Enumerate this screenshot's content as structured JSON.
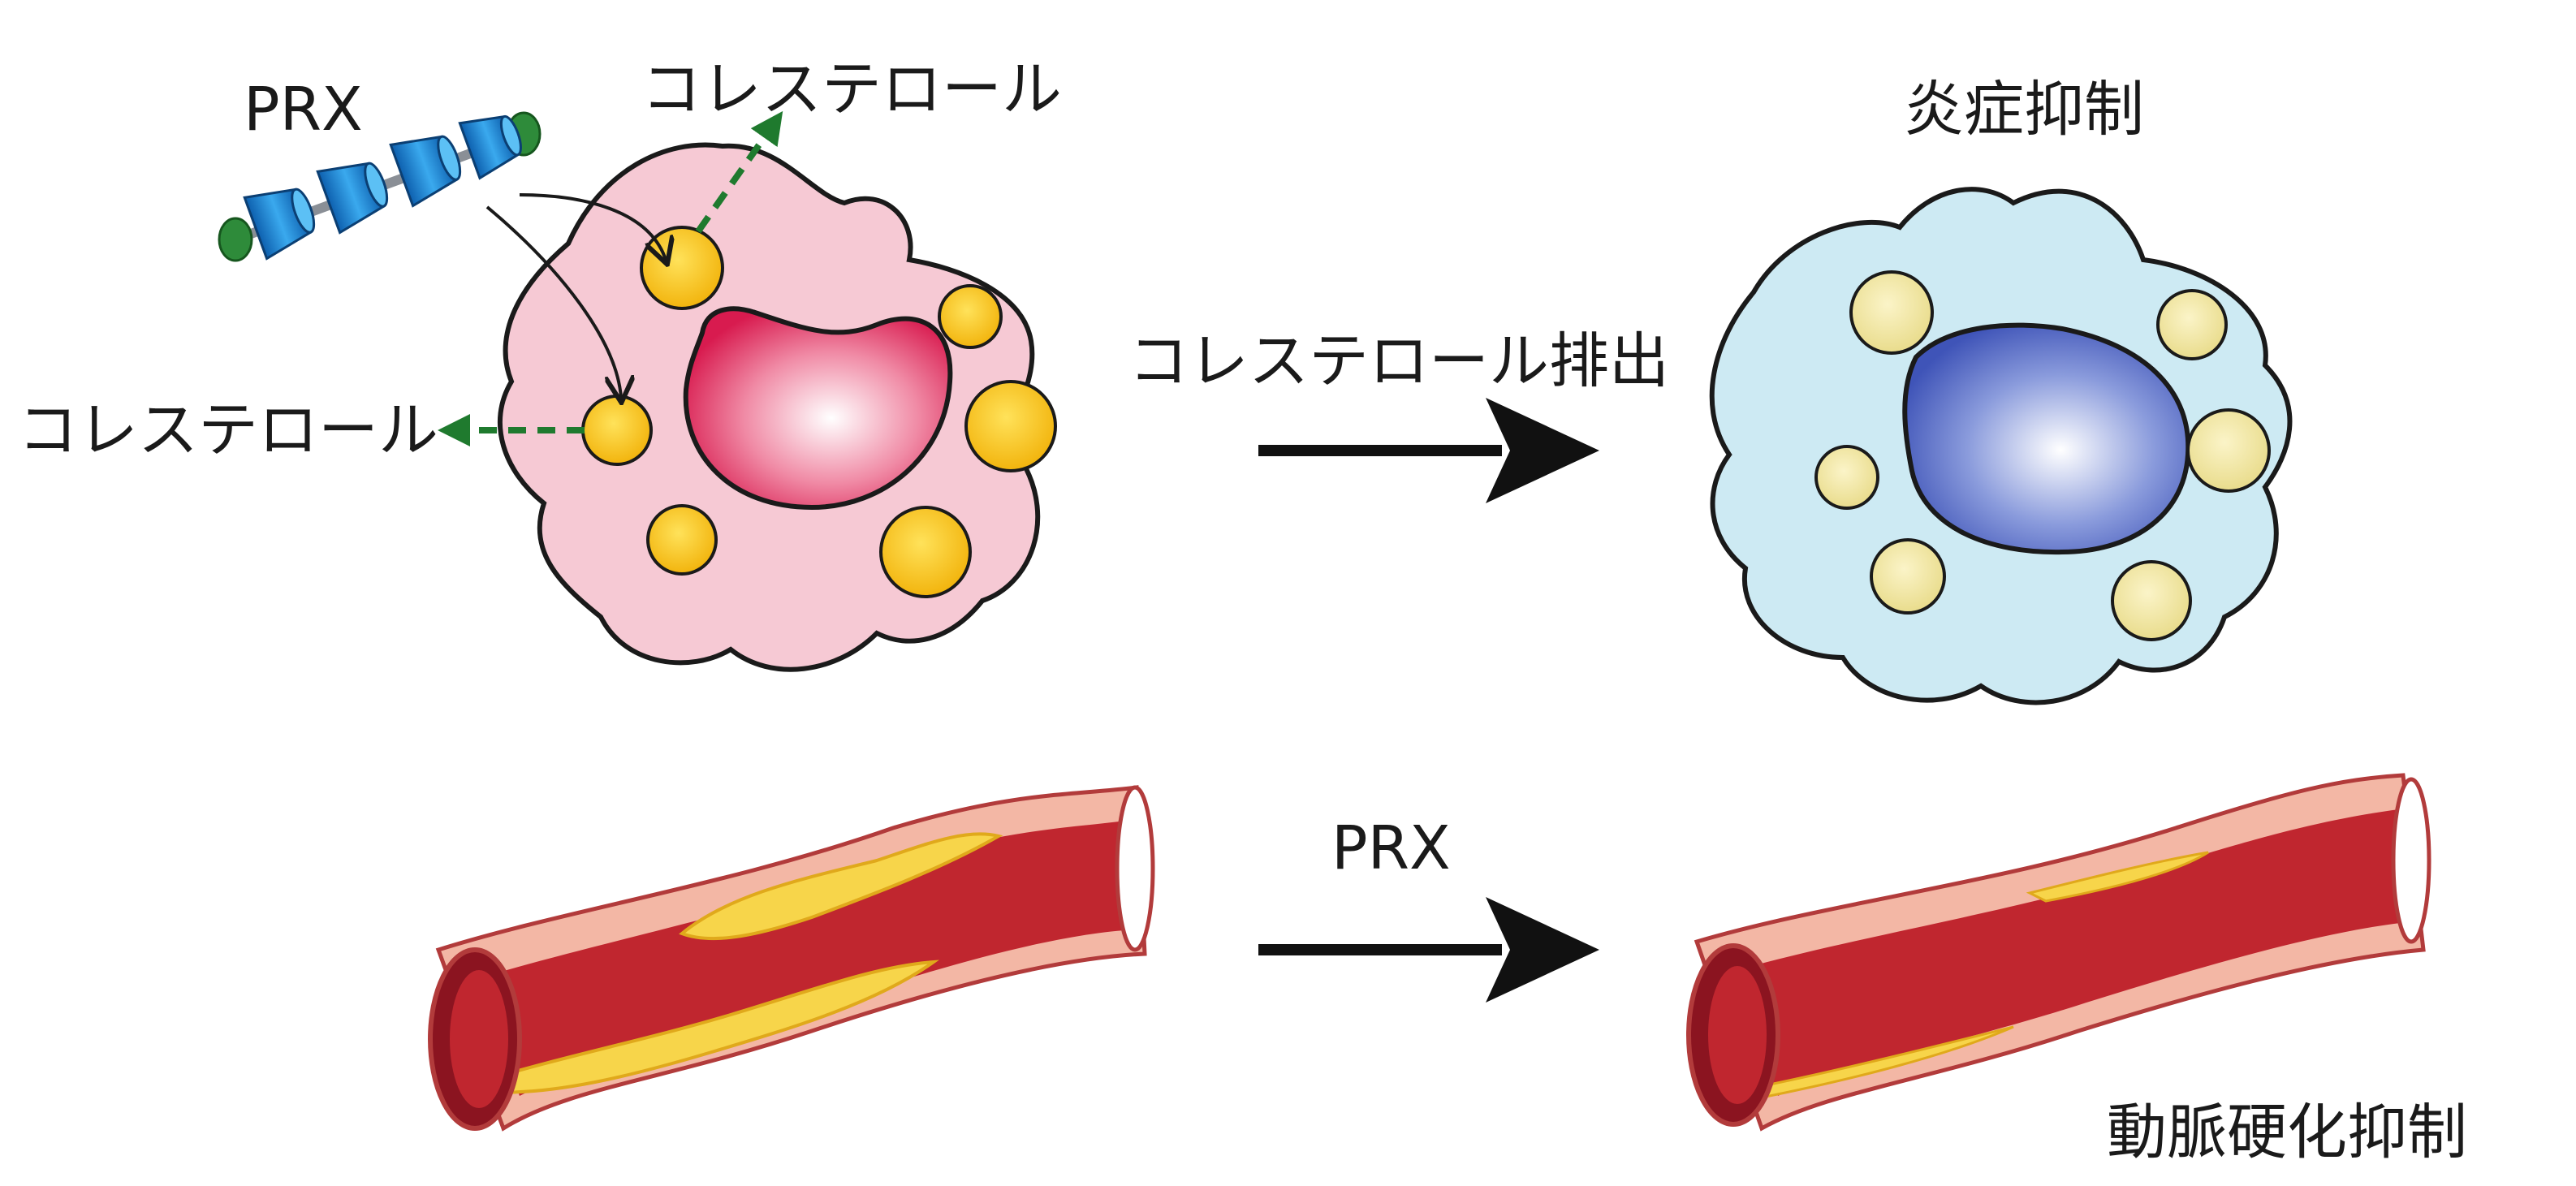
{
  "labels": {
    "prx_top": "PRX",
    "cholesterol_top": "コレステロール",
    "cholesterol_left": "コレステロール",
    "efflux": "コレステロール排出",
    "inflammation": "炎症抑制",
    "prx_bottom": "PRX",
    "atherosclerosis": "動脈硬化抑制"
  },
  "colors": {
    "macrophage_before": "#f6c9d4",
    "macrophage_after": "#cdeaf3",
    "nucleus_before": "#d81b4f",
    "nucleus_after": "#3f54b8",
    "lipid_droplet": "#f6c61c",
    "lipid_droplet_faded": "#f1e6a0",
    "prx_ring": "#1f8fd8",
    "prx_cap": "#2e8b3a",
    "efflux_arrow": "#1f7a2e",
    "artery_wall": "#e9807e",
    "artery_lumen": "#c0262f",
    "plaque": "#f7d54a"
  }
}
